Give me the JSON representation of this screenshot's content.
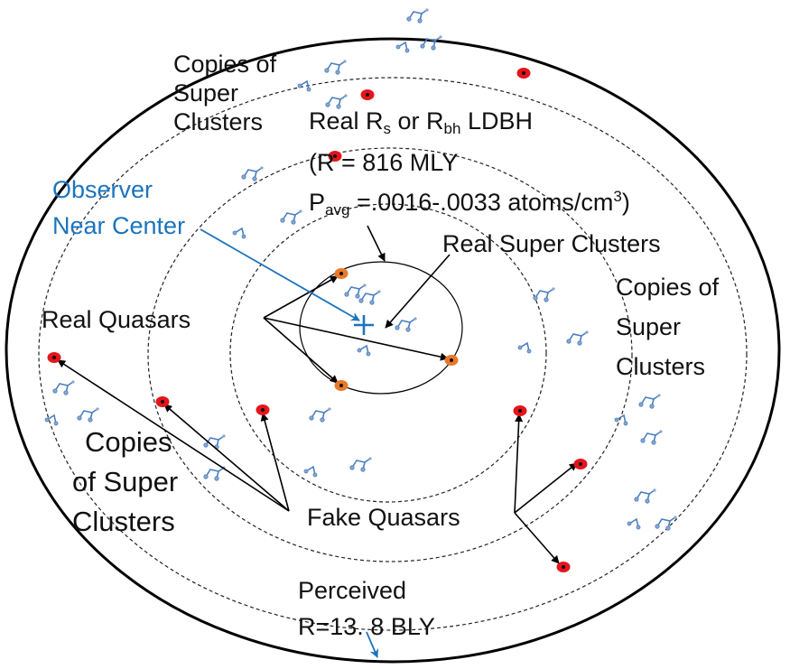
{
  "colors": {
    "background": "#ffffff",
    "outline": "#000000",
    "observer_blue": "#1c74bd",
    "quasar_red": "#e4151b",
    "real_quasar_orange": "#e9792a",
    "cluster_blue": "#4a7fc1",
    "cluster_node": "#8aa6cf"
  },
  "labels": {
    "copies_top_left": [
      "Copies of",
      "Super",
      "Clusters"
    ],
    "real_rs": {
      "line1_a": "Real R",
      "line1_sub1": "s",
      "line1_b": " or R",
      "line1_sub2": "bh",
      "line1_c": " LDBH",
      "line2": "(R = 816 MLY",
      "line3_a": "P",
      "line3_sub": "avg",
      "line3_b": " =.0016-.0033 atoms/cm",
      "line3_sup": "3",
      "line3_c": ")"
    },
    "observer": [
      "Observer",
      "Near Center"
    ],
    "real_super_clusters": "Real Super Clusters",
    "copies_right": [
      "Copies of",
      "Super",
      "Clusters"
    ],
    "real_quasars": "Real Quasars",
    "copies_bottom_left": [
      "Copies",
      "of Super",
      "Clusters"
    ],
    "fake_quasars": "Fake Quasars",
    "perceived": [
      "Perceived",
      "R=13. 8 BLY"
    ]
  },
  "icons": {
    "observer_marker": "plus-icon",
    "quasar": "quasar-dot-icon",
    "cluster": "super-cluster-glyph-icon"
  }
}
